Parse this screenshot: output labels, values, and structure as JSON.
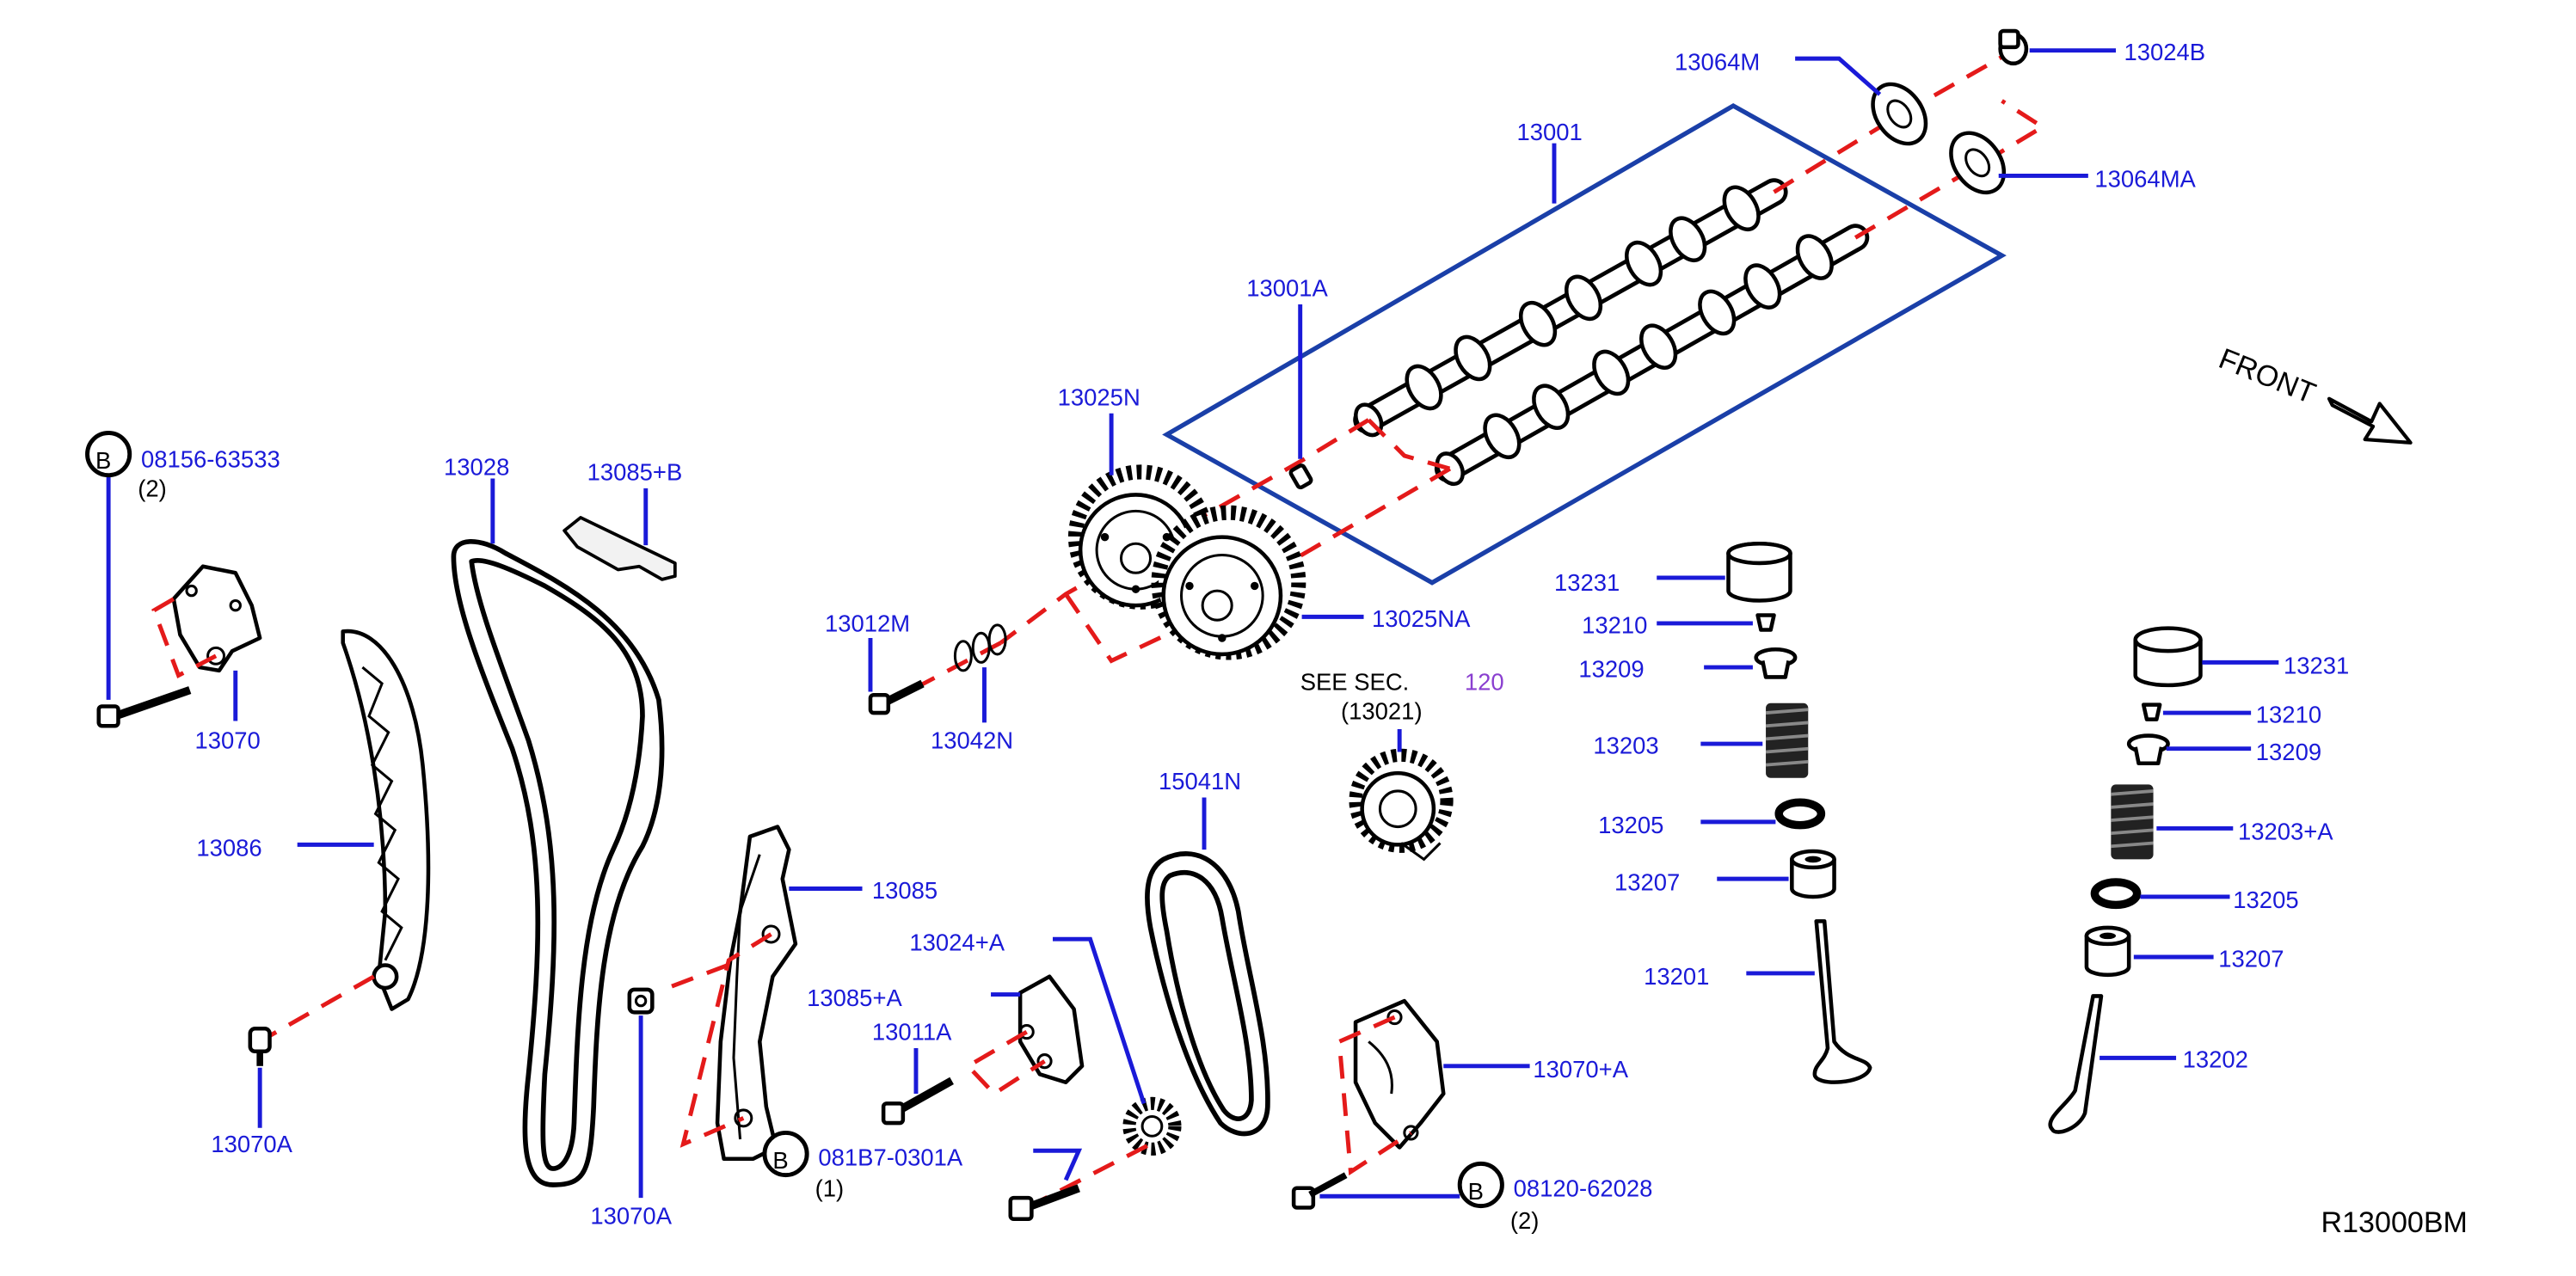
{
  "diagram_code": "R13000BM",
  "front_label": "FRONT",
  "see_sec": {
    "line1": "SEE   SEC.",
    "number": "120",
    "line2": "(13021)"
  },
  "bolt_marker": "B",
  "labels": {
    "p13064M": "13064M",
    "p13024B": "13024B",
    "p13001": "13001",
    "p13064MA": "13064MA",
    "p13001A": "13001A",
    "p13025N": "13025N",
    "p13025NA": "13025NA",
    "p13012M": "13012M",
    "p13042N": "13042N",
    "p08156": "08156-63533",
    "p08156_qty": "(2)",
    "p13070": "13070",
    "p13028": "13028",
    "p13085B": "13085+B",
    "p13086": "13086",
    "p13070A_left": "13070A",
    "p13085": "13085",
    "p13070A_mid": "13070A",
    "p081B7": "081B7-0301A",
    "p081B7_qty": "(1)",
    "p15041N": "15041N",
    "p13024A": "13024+A",
    "p13085A": "13085+A",
    "p13011A": "13011A",
    "p13070pA": "13070+A",
    "p08120": "08120-62028",
    "p08120_qty": "(2)",
    "p13231_l": "13231",
    "p13210_l": "13210",
    "p13209_l": "13209",
    "p13203": "13203",
    "p13205_l": "13205",
    "p13207_l": "13207",
    "p13201": "13201",
    "p13231_r": "13231",
    "p13210_r": "13210",
    "p13209_r": "13209",
    "p13203A": "13203+A",
    "p13205_r": "13205",
    "p13207_r": "13207",
    "p13202": "13202"
  }
}
